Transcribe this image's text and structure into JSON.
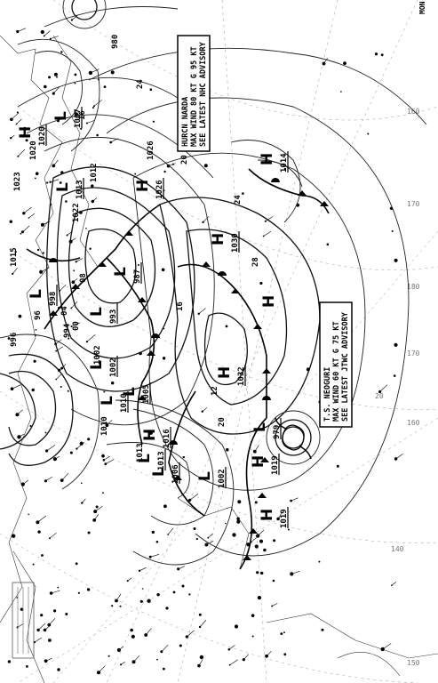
{
  "advisory_boxes": [
    {
      "lines": [
        "HURCN NARDA",
        "MAX WIND 80 KT G 95 KT",
        "SEE LATEST NHC ADVISORY"
      ]
    },
    {
      "lines": [
        "T.S. NEOGURI",
        "MAX WIND 60 KT G 75 KT",
        "SEE LATEST JTWC ADVISORY"
      ]
    }
  ],
  "corner_label": "MON",
  "pressure_centers": [
    {
      "type": "H",
      "value": "1026"
    },
    {
      "type": "H",
      "value": "1030"
    },
    {
      "type": "H",
      "value": ""
    },
    {
      "type": "H",
      "value": "1032"
    },
    {
      "type": "H",
      "value": "1019"
    },
    {
      "type": "H",
      "value": "1019"
    },
    {
      "type": "H",
      "value": "1020"
    },
    {
      "type": "H",
      "value": "1016"
    },
    {
      "type": "H",
      "value": "1014"
    },
    {
      "type": "L",
      "value": "1007"
    },
    {
      "type": "L",
      "value": "1013"
    },
    {
      "type": "L",
      "value": "1013"
    },
    {
      "type": "L",
      "value": "1010"
    },
    {
      "type": "L",
      "value": "998"
    },
    {
      "type": "L",
      "value": "993"
    },
    {
      "type": "L",
      "value": "987"
    },
    {
      "type": "L",
      "value": "1002"
    },
    {
      "type": "L",
      "value": "1005"
    },
    {
      "type": "L",
      "value": "1006"
    },
    {
      "type": "L",
      "value": "1002"
    },
    {
      "type": "L",
      "value": "979"
    }
  ],
  "isobar_labels": [
    "980",
    "1026",
    "1023",
    "1015",
    "996",
    "994",
    "1002",
    "1010",
    "1013",
    "1012",
    "1022",
    "1020",
    "24",
    "20",
    "16",
    "12",
    "08",
    "04",
    "00",
    "96",
    "28",
    "24",
    "20",
    "16"
  ],
  "graticule_labels": [
    "160",
    "170",
    "180",
    "170",
    "160",
    "20",
    "150",
    "140"
  ]
}
